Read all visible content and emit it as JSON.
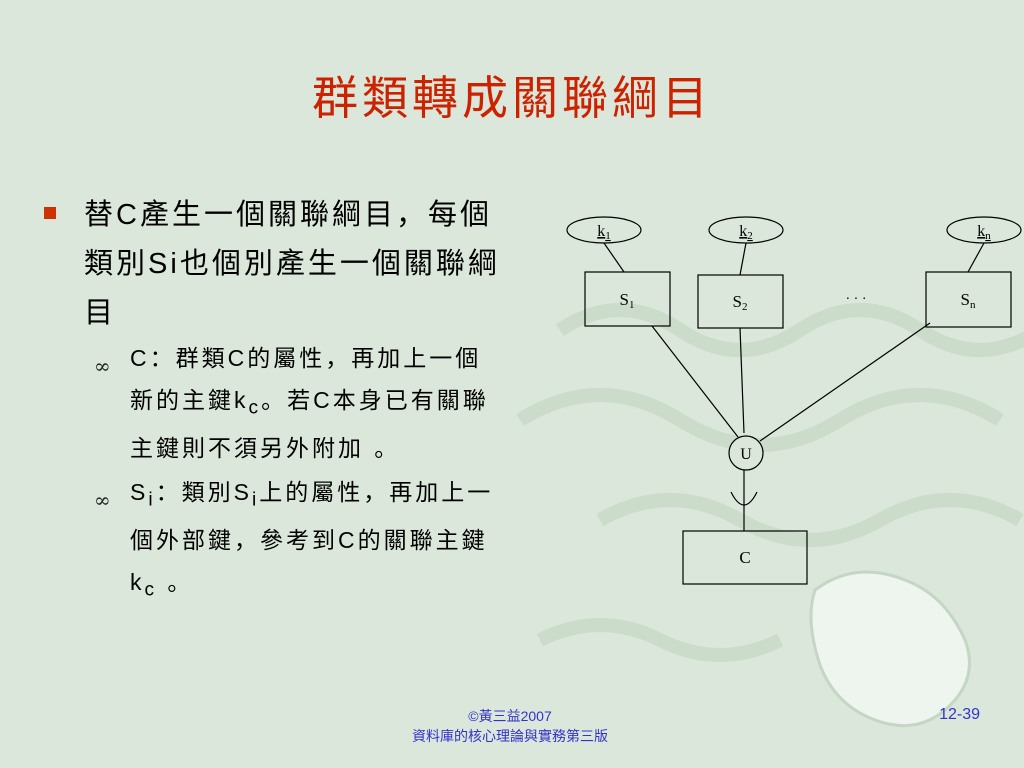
{
  "slide": {
    "title": "群類轉成關聯綱目",
    "bullet": {
      "parts": [
        "替",
        "C",
        "產生一個關聯綱目，每個類別",
        "Si",
        "也個別產生一個關聯綱目"
      ]
    },
    "sub1": {
      "parts": [
        "C",
        "：群類",
        "C",
        "的屬性，再加上一個新的主鍵",
        "k",
        "c",
        "。若",
        "C",
        "本身已有關聯主鍵則不須另外附加 。"
      ]
    },
    "sub2": {
      "parts": [
        "S",
        "i",
        "：類別",
        "S",
        "i",
        "上的屬性，再加上一個外部鍵，參考到",
        "C",
        "的關聯主鍵",
        "k",
        "c",
        " 。"
      ]
    }
  },
  "diagram": {
    "keys": [
      {
        "main": "k",
        "sub": "1"
      },
      {
        "main": "k",
        "sub": "2"
      },
      {
        "main": "k",
        "sub": "n"
      }
    ],
    "subclasses": [
      {
        "main": "S",
        "sub": "1"
      },
      {
        "main": "S",
        "sub": "2"
      },
      {
        "main": "S",
        "sub": "n"
      }
    ],
    "ellipsis": "· · ·",
    "union": "U",
    "superclass": "C"
  },
  "footer": {
    "copyright": "©黃三益2007",
    "book": "資料庫的核心理論與實務第三版",
    "page": "12-39"
  },
  "colors": {
    "background": "#d9e6d9",
    "title": "#cc2200",
    "bullet_marker": "#cc3300",
    "footer": "#3333cc"
  }
}
